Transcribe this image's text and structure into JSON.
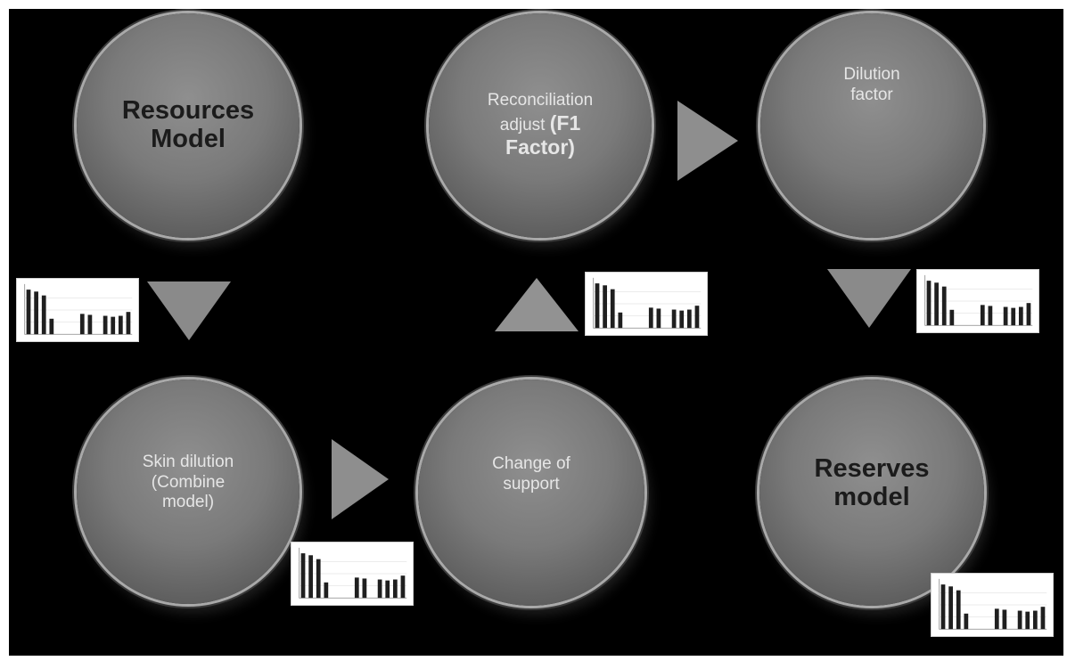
{
  "nodes": {
    "resources_model": "Resources\nModel",
    "reconciliation_adjust": {
      "line1": "Reconciliation",
      "line2": "adjust ",
      "bold": "(F1\nFactor)"
    },
    "dilution_factor": "Dilution\nfactor",
    "skin_dilution": "Skin dilution\n(Combine\nmodel)",
    "change_of_support": "Change of\nsupport",
    "reserves_model": "Reserves\nmodel"
  },
  "colors": {
    "background": "#000000",
    "node_fill": "#7a7a7a",
    "arrow_fill": "#8e8e8e",
    "thumbnail_bars": "#1f1f1f"
  }
}
